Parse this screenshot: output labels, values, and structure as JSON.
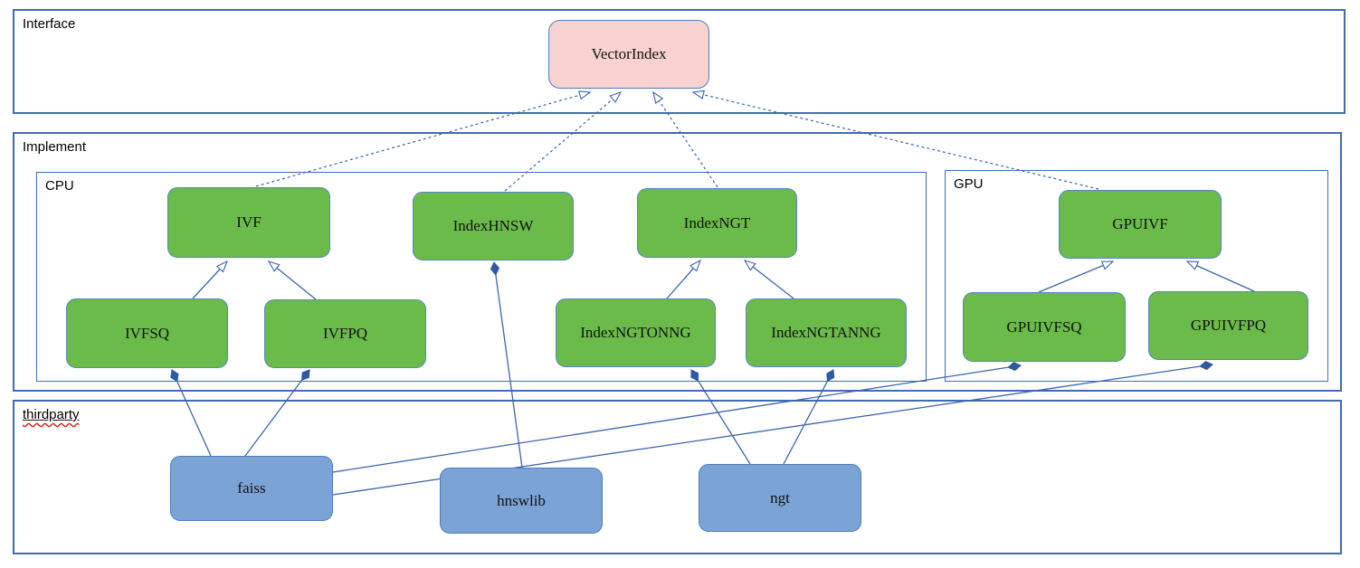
{
  "diagram": {
    "title": "VectorIndex class architecture diagram",
    "containers": {
      "interface": {
        "label": "Interface"
      },
      "implement": {
        "label": "Implement"
      },
      "cpu": {
        "label": "CPU"
      },
      "gpu": {
        "label": "GPU"
      },
      "thirdparty": {
        "label": "thirdparty",
        "spellcheck_underline": true
      }
    },
    "nodes": {
      "vectorindex": {
        "label": "VectorIndex",
        "kind": "interface"
      },
      "ivf": {
        "label": "IVF",
        "kind": "cpu-class"
      },
      "indexhnsw": {
        "label": "IndexHNSW",
        "kind": "cpu-class"
      },
      "indexngt": {
        "label": "IndexNGT",
        "kind": "cpu-class"
      },
      "ivfsq": {
        "label": "IVFSQ",
        "kind": "cpu-class"
      },
      "ivfpq": {
        "label": "IVFPQ",
        "kind": "cpu-class"
      },
      "indexngtonng": {
        "label": "IndexNGTONNG",
        "kind": "cpu-class"
      },
      "indexngtanng": {
        "label": "IndexNGTANNG",
        "kind": "cpu-class"
      },
      "gpuivf": {
        "label": "GPUIVF",
        "kind": "gpu-class"
      },
      "gpuivfsq": {
        "label": "GPUIVFSQ",
        "kind": "gpu-class"
      },
      "gpuivfpq": {
        "label": "GPUIVFPQ",
        "kind": "gpu-class"
      },
      "faiss": {
        "label": "faiss",
        "kind": "thirdparty-lib"
      },
      "hnswlib": {
        "label": "hnswlib",
        "kind": "thirdparty-lib"
      },
      "ngt": {
        "label": "ngt",
        "kind": "thirdparty-lib"
      }
    },
    "edges": [
      {
        "from": "IVF",
        "to": "VectorIndex",
        "type": "realization"
      },
      {
        "from": "IndexHNSW",
        "to": "VectorIndex",
        "type": "realization"
      },
      {
        "from": "IndexNGT",
        "to": "VectorIndex",
        "type": "realization"
      },
      {
        "from": "GPUIVF",
        "to": "VectorIndex",
        "type": "realization"
      },
      {
        "from": "IVFSQ",
        "to": "IVF",
        "type": "generalization"
      },
      {
        "from": "IVFPQ",
        "to": "IVF",
        "type": "generalization"
      },
      {
        "from": "IndexNGTONNG",
        "to": "IndexNGT",
        "type": "generalization"
      },
      {
        "from": "IndexNGTANNG",
        "to": "IndexNGT",
        "type": "generalization"
      },
      {
        "from": "GPUIVFSQ",
        "to": "GPUIVF",
        "type": "generalization"
      },
      {
        "from": "GPUIVFPQ",
        "to": "GPUIVF",
        "type": "generalization"
      },
      {
        "from": "faiss",
        "to": "IVFSQ",
        "type": "composition"
      },
      {
        "from": "faiss",
        "to": "IVFPQ",
        "type": "composition"
      },
      {
        "from": "faiss",
        "to": "GPUIVFSQ",
        "type": "composition"
      },
      {
        "from": "faiss",
        "to": "GPUIVFPQ",
        "type": "composition"
      },
      {
        "from": "hnswlib",
        "to": "IndexHNSW",
        "type": "composition"
      },
      {
        "from": "ngt",
        "to": "IndexNGTONNG",
        "type": "composition"
      },
      {
        "from": "ngt",
        "to": "IndexNGTANNG",
        "type": "composition"
      }
    ],
    "colors": {
      "container_border": "#3f6cb4",
      "connector_line": "#3c64ae",
      "interface_node_fill": "#f8d2d0",
      "class_node_fill": "#6abb4a",
      "thirdparty_node_fill": "#7ca3d6",
      "node_border": "#5585c5",
      "composition_diamond": "#2e5b9f",
      "spellcheck_wave": "#dd2222"
    }
  }
}
